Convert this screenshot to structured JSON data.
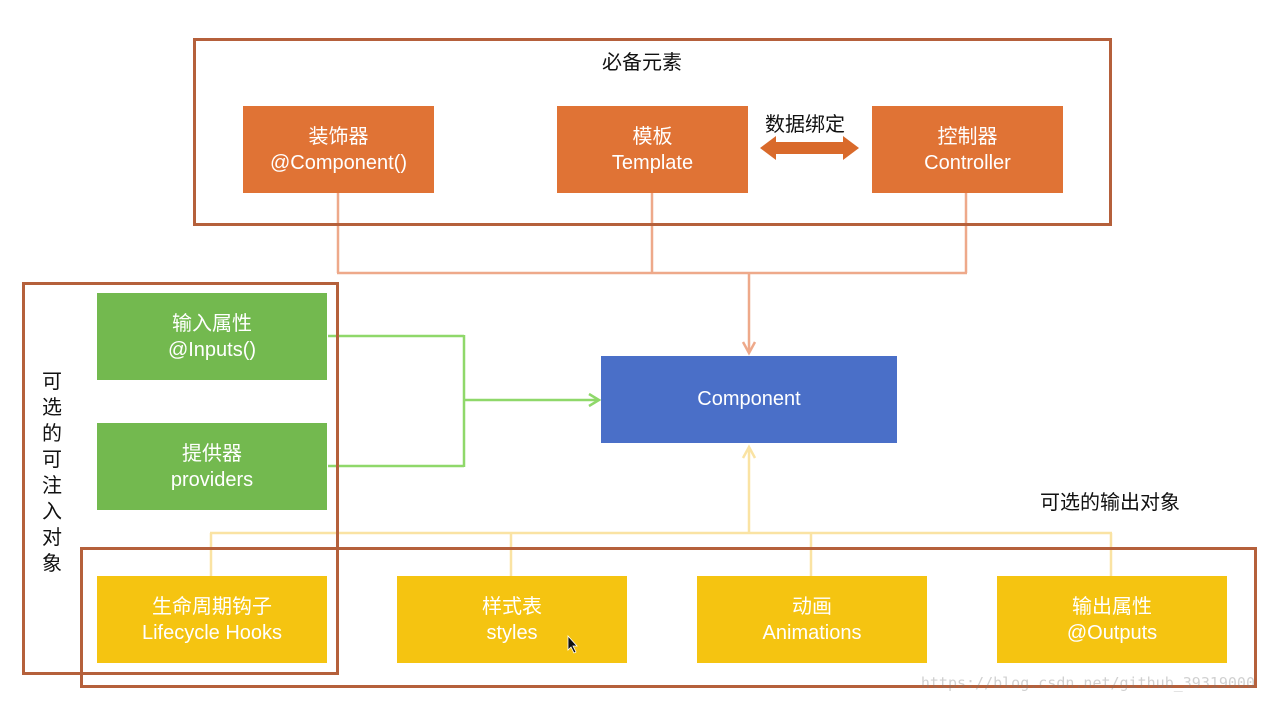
{
  "required_group": {
    "title": "必备元素"
  },
  "decorator": {
    "line1": "装饰器",
    "line2": "@Component()"
  },
  "template": {
    "line1": "模板",
    "line2": "Template"
  },
  "controller": {
    "line1": "控制器",
    "line2": "Controller"
  },
  "data_binding": {
    "label": "数据绑定"
  },
  "optional_inject_group": {
    "title": "可选的可注入对象"
  },
  "inputs": {
    "line1": "输入属性",
    "line2": "@Inputs()"
  },
  "providers": {
    "line1": "提供器",
    "line2": "providers"
  },
  "component": {
    "label": "Component"
  },
  "optional_output_group": {
    "title": "可选的输出对象"
  },
  "lifecycle": {
    "line1": "生命周期钩子",
    "line2": "Lifecycle Hooks"
  },
  "styles": {
    "line1": "样式表",
    "line2": "styles"
  },
  "animations": {
    "line1": "动画",
    "line2": "Animations"
  },
  "outputs": {
    "line1": "输出属性",
    "line2": "@Outputs"
  },
  "watermark": {
    "text": "https://blog.csdn.net/github_39319000"
  },
  "colors": {
    "frame": "#b5603b",
    "orange": "#e07335",
    "green": "#73b94f",
    "yellow": "#f5c411",
    "blue": "#4a6fc8"
  }
}
